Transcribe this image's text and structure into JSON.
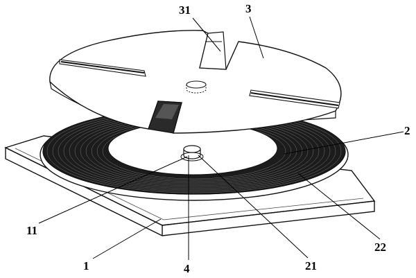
{
  "labels": {
    "l31": "31",
    "l3": "3",
    "l2": "2",
    "l22": "22",
    "l21": "21",
    "l4": "4",
    "l1": "1",
    "l11": "11"
  },
  "colors": {
    "line": "#111111",
    "coil": "#1a1a1a",
    "plate": "#ffffff"
  }
}
